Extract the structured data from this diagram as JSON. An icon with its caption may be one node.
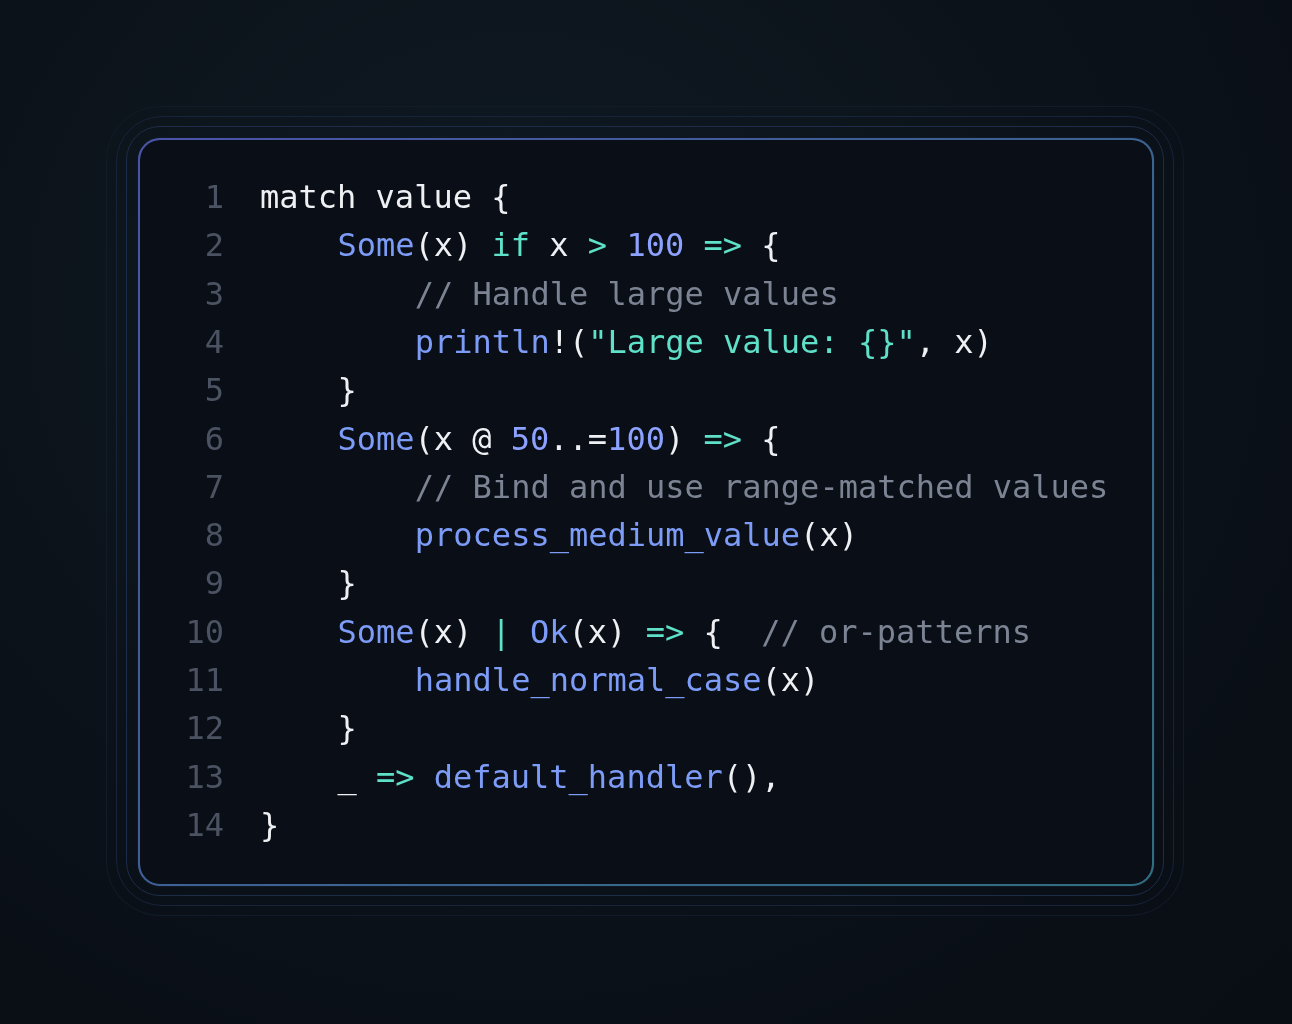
{
  "diagram": {
    "labels": [
      "1",
      "match value {",
      "2",
      "Some(x) if x > 100 => {",
      "3",
      "// Handle large values",
      "4",
      "println!(\"Large value: {}\", x)",
      "5",
      "}",
      "6",
      "Some(x @ 50..=100) => {",
      "7",
      "// Bind and use range-matched values",
      "8",
      "process_medium_value(x)",
      "9",
      "}",
      "10",
      "Some(x) | Ok(x) => {  // or-patterns",
      "11",
      "handle_normal_case(x)",
      "12",
      "}",
      "13",
      "_ => default_handler(),",
      "14",
      "}"
    ]
  }
}
